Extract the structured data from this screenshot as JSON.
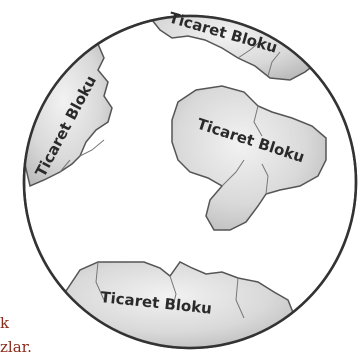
{
  "figure": {
    "blocks": [
      {
        "label": "Ticaret Bloku"
      },
      {
        "label": "Ticaret Bloku"
      },
      {
        "label": "Ticaret Bloku"
      },
      {
        "label": "Ticaret Bloku"
      }
    ],
    "stray_text": [
      "k",
      "zlar."
    ],
    "colors": {
      "circle_outline": "#333333",
      "block_fill": "#cfcfcf",
      "block_fill_light": "#e6e6e6",
      "block_outline": "#555555",
      "label": "#2a2a2a",
      "stray_text": "#8a2a1a"
    }
  }
}
